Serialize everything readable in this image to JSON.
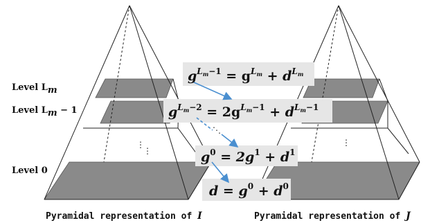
{
  "level_labels": {
    "lm": "Level L",
    "lm_sub": "m",
    "lm1": "Level L",
    "lm1_sub": "m",
    "lm1_tail": " − 1",
    "zero": "Level 0"
  },
  "equations": {
    "eq1": {
      "lhs": "g",
      "lhs_sup": "L",
      "lhs_sup_sub": "m",
      "lhs_sup_tail": "−1",
      "mid": " = g",
      "mid_sup": "L",
      "mid_sup_sub": "m",
      "plus": " + d",
      "d_sup": "L",
      "d_sup_sub": "m"
    },
    "eq2": {
      "lhs": "g",
      "lhs_sup": "L",
      "lhs_sup_sub": "m",
      "lhs_sup_tail": "−2",
      "mid": " = 2g",
      "mid_sup": "L",
      "mid_sup_sub": "m",
      "mid_sup_tail": "−1",
      "plus": " + d",
      "d_sup": "L",
      "d_sup_sub": "m",
      "d_sup_tail": "−1"
    },
    "eq3": {
      "lhs": "g",
      "lhs_sup": "0",
      "mid": " = 2g",
      "mid_sup": "1",
      "plus": " + d",
      "d_sup": "1"
    },
    "eq4": {
      "lhs": "d",
      "mid": " = g",
      "mid_sup": "0",
      "plus": " + d",
      "d_sup": "0"
    }
  },
  "captions": {
    "left_text": "Pyramidal representation of ",
    "left_var": "I",
    "right_text": "Pyramidal representation of ",
    "right_var": "J"
  },
  "dots": {
    "ellipsis_v": "⋮",
    "ellipsis_diag": "⋱"
  },
  "colors": {
    "level_fill": "#8a8a8a",
    "equation_box": "#e6e6e6",
    "arrow": "#4a8fd0"
  }
}
